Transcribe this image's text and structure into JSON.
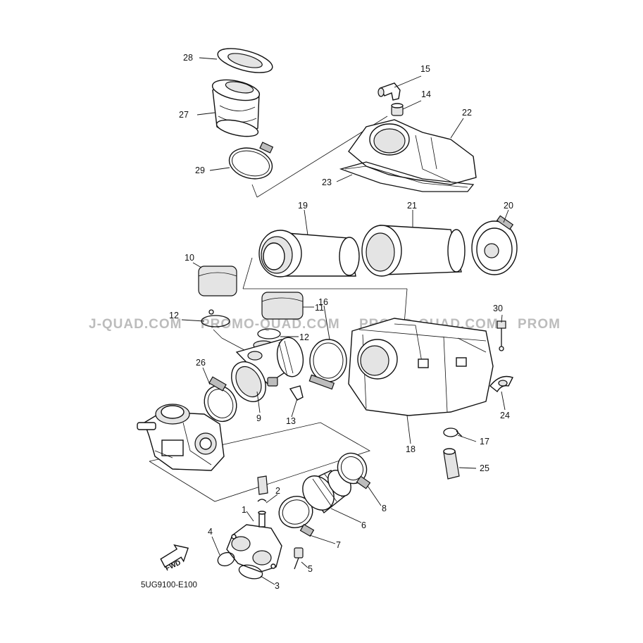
{
  "diagram": {
    "code": "5UG9100-E100",
    "fwd_label": "FWD",
    "watermarks": [
      "J-QUAD.COM",
      "PROMO-QUAD.COM",
      "PROMO-QUAD.COM",
      "PROM"
    ],
    "callouts": [
      "1",
      "2",
      "3",
      "4",
      "5",
      "6",
      "7",
      "8",
      "9",
      "10",
      "11",
      "12",
      "12",
      "13",
      "14",
      "15",
      "16",
      "17",
      "18",
      "19",
      "20",
      "21",
      "22",
      "23",
      "24",
      "25",
      "26",
      "27",
      "28",
      "29",
      "30"
    ]
  }
}
